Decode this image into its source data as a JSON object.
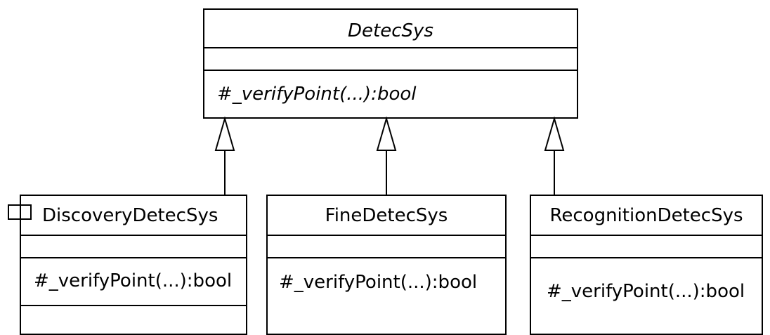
{
  "diagram": {
    "base_class": {
      "name": "DetecSys",
      "operation": "#_verifyPoint(...):bool"
    },
    "subclasses": [
      {
        "name": "DiscoveryDetecSys",
        "operation": "#_verifyPoint(...):bool"
      },
      {
        "name": "FineDetecSys",
        "operation": "#_verifyPoint(...):bool"
      },
      {
        "name": "RecognitionDetecSys",
        "operation": "#_verifyPoint(...):bool"
      }
    ]
  }
}
